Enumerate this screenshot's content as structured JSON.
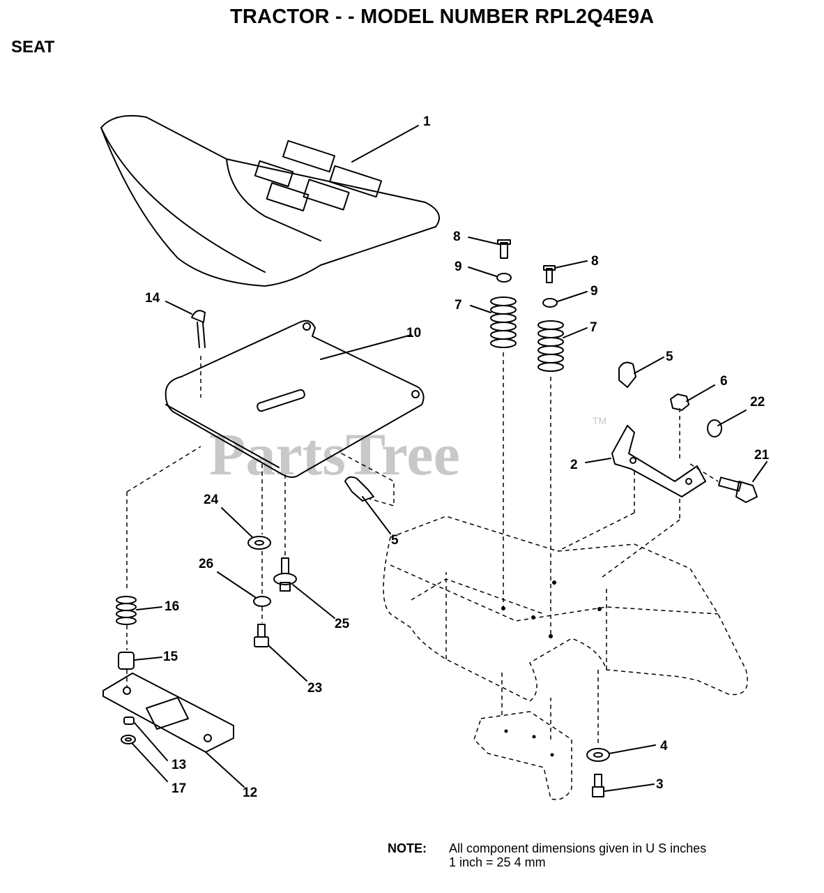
{
  "header": {
    "title": "TRACTOR - - MODEL NUMBER RPL2Q4E9A",
    "section": "SEAT"
  },
  "watermark": {
    "text": "PartsTree",
    "trademark": "TM"
  },
  "note": {
    "label": "NOTE:",
    "line1": "All component dimensions given in U S  inches",
    "line2": "1 inch = 25 4 mm"
  },
  "callouts": {
    "c1": "1",
    "c2": "2",
    "c3": "3",
    "c4": "4",
    "c5a": "5",
    "c5b": "5",
    "c6": "6",
    "c7a": "7",
    "c7b": "7",
    "c8a": "8",
    "c8b": "8",
    "c9a": "9",
    "c9b": "9",
    "c10": "10",
    "c12": "12",
    "c13": "13",
    "c14": "14",
    "c15": "15",
    "c16": "16",
    "c17": "17",
    "c21": "21",
    "c22": "22",
    "c23": "23",
    "c24": "24",
    "c25": "25",
    "c26": "26"
  }
}
